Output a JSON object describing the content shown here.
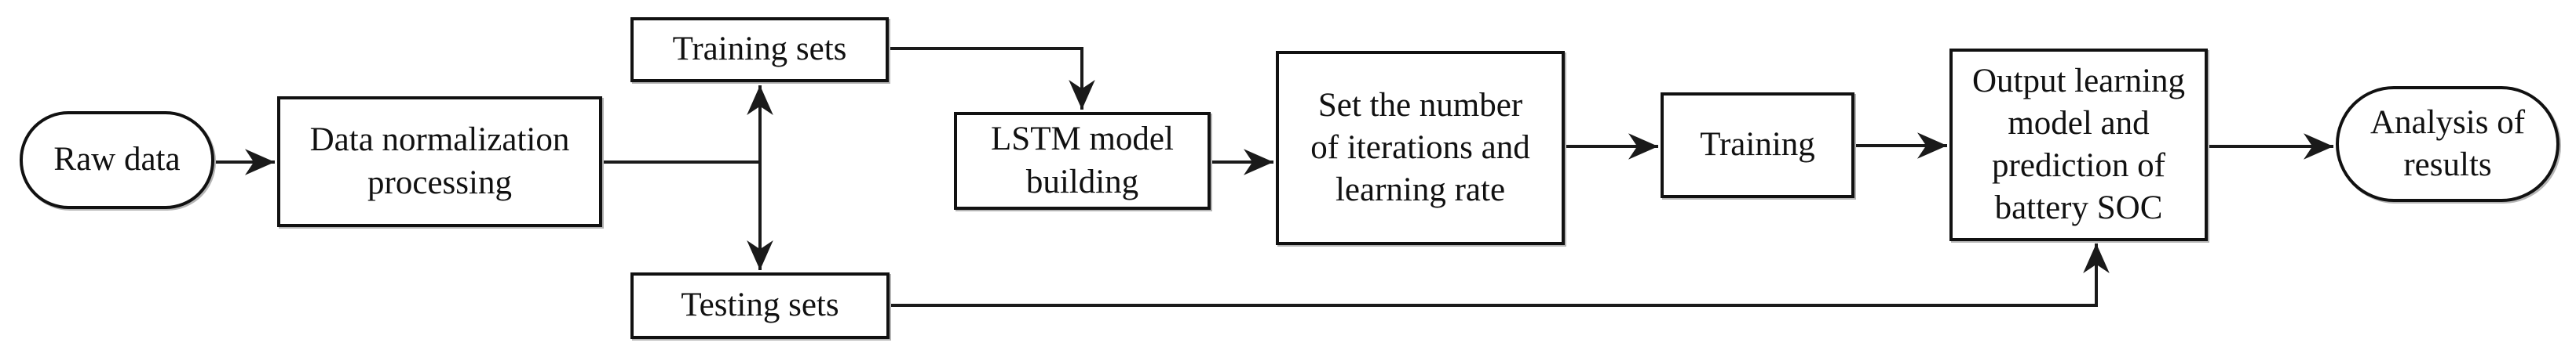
{
  "diagram": {
    "type": "flowchart",
    "colors": {
      "stroke": "#1a1a1a",
      "node_border": "#111111",
      "node_fill": "#ffffff",
      "background": "#ffffff"
    },
    "nodes": {
      "raw_data": {
        "shape": "terminator",
        "label": "Raw data",
        "lines": [
          "Raw data"
        ]
      },
      "normalization": {
        "shape": "process",
        "label": "Data normalization processing",
        "lines": [
          "Data normalization",
          "processing"
        ]
      },
      "training_sets": {
        "shape": "process",
        "label": "Training sets",
        "lines": [
          "Training sets"
        ]
      },
      "testing_sets": {
        "shape": "process",
        "label": "Testing sets",
        "lines": [
          "Testing sets"
        ]
      },
      "lstm": {
        "shape": "process",
        "label": "LSTM model building",
        "lines": [
          "LSTM model",
          "building"
        ]
      },
      "set_params": {
        "shape": "process",
        "label": "Set the number of iterations and learning rate",
        "lines": [
          "Set the number",
          "of iterations and",
          "learning rate"
        ]
      },
      "training": {
        "shape": "process",
        "label": "Training",
        "lines": [
          "Training"
        ]
      },
      "output": {
        "shape": "process",
        "label": "Output learning model and prediction of battery SOC",
        "lines": [
          "Output learning",
          "model and",
          "prediction of",
          "battery SOC"
        ]
      },
      "analysis": {
        "shape": "terminator",
        "label": "Analysis of results",
        "lines": [
          "Analysis of",
          "results"
        ]
      }
    },
    "edges": [
      {
        "from": "Raw data",
        "to": "Data normalization processing",
        "arrow": "end"
      },
      {
        "from": "Data normalization processing",
        "to": "Training sets",
        "arrow": "end"
      },
      {
        "from": "Data normalization processing",
        "to": "Testing sets",
        "arrow": "end"
      },
      {
        "from": "Training sets",
        "to": "LSTM model building",
        "arrow": "end"
      },
      {
        "from": "LSTM model building",
        "to": "Set the number of iterations and learning rate",
        "arrow": "end"
      },
      {
        "from": "Set the number of iterations and learning rate",
        "to": "Training",
        "arrow": "end"
      },
      {
        "from": "Training",
        "to": "Output learning model and prediction of battery SOC",
        "arrow": "end"
      },
      {
        "from": "Testing sets",
        "to": "Output learning model and prediction of battery SOC",
        "arrow": "end"
      },
      {
        "from": "Output learning model and prediction of battery SOC",
        "to": "Analysis of results",
        "arrow": "end"
      }
    ]
  }
}
